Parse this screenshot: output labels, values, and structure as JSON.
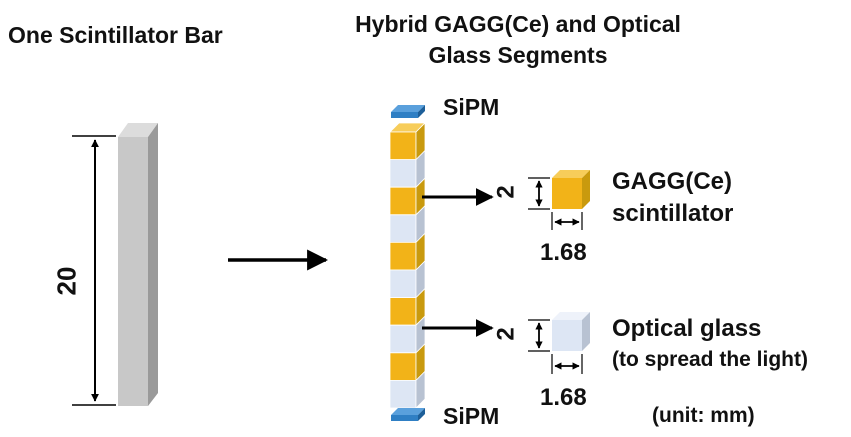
{
  "left_title": "One Scintillator Bar",
  "right_title": "Hybrid GAGG(Ce) and Optical Glass Segments",
  "sipm_top": "SiPM",
  "sipm_bottom": "SiPM",
  "bar_length": "20",
  "gagg": {
    "label_line1": "GAGG(Ce)",
    "label_line2": "scintillator",
    "height": "2",
    "width": "1.68"
  },
  "glass": {
    "label_line1": "Optical glass",
    "label_line2": "(to spread the light)",
    "height": "2",
    "width": "1.68"
  },
  "unit_note": "(unit: mm)",
  "colors": {
    "gagg_front": "#f2b318",
    "gagg_side": "#c99a0e",
    "glass_front": "#dde6f4",
    "glass_side": "#b8c2d2",
    "bar_front": "#c8c8c8",
    "bar_side": "#9a9a9a",
    "sipm": "#2f7fc4"
  }
}
